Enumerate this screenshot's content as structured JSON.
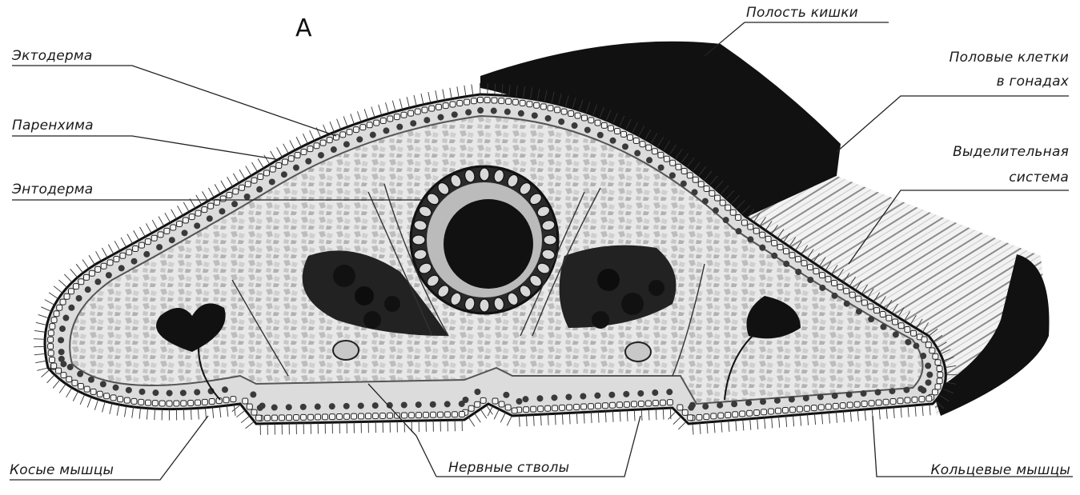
{
  "figure_letter": "А",
  "labels": {
    "ectoderm": "Эктодерма",
    "parenchyma": "Паренхима",
    "endoderm": "Энтодерма",
    "gut_cavity": "Полость кишки",
    "gonads_line1": "Половые клетки",
    "gonads_line2": "в гонадах",
    "excretory_line1": "Выделительная",
    "excretory_line2": "система",
    "oblique_muscles": "Косые мышцы",
    "nerve_trunks": "Нервные стволы",
    "ring_muscles": "Кольцевые мышцы"
  },
  "colors": {
    "ink": "#111111",
    "tissue_light": "#e4e4e4",
    "tissue_mid": "#b9b9b9",
    "tissue_dark": "#5a5a5a",
    "background": "#ffffff"
  }
}
